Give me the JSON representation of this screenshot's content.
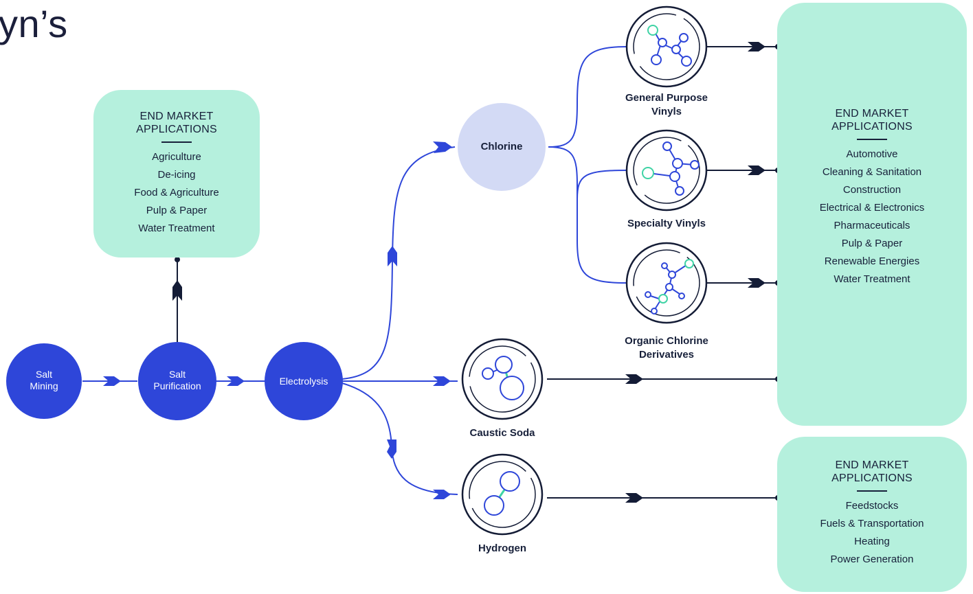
{
  "heading": "yn’s",
  "process_steps": [
    {
      "id": "salt-mining",
      "label": "Salt\nMining"
    },
    {
      "id": "salt-purification",
      "label": "Salt\nPurification"
    },
    {
      "id": "electrolysis",
      "label": "Electrolysis"
    }
  ],
  "chlorine": {
    "label": "Chlorine"
  },
  "products": [
    {
      "id": "general-purpose-vinyls",
      "label": "General Purpose\nVinyls"
    },
    {
      "id": "specialty-vinyls",
      "label": "Specialty Vinyls"
    },
    {
      "id": "organic-chlorine-derivatives",
      "label": "Organic Chlorine\nDerivatives"
    },
    {
      "id": "caustic-soda",
      "label": "Caustic Soda"
    },
    {
      "id": "hydrogen",
      "label": "Hydrogen"
    }
  ],
  "panels": {
    "salt": {
      "title": "END MARKET\nAPPLICATIONS",
      "items": [
        "Agriculture",
        "De-icing",
        "Food & Agriculture",
        "Pulp & Paper",
        "Water Treatment"
      ]
    },
    "chlorine_caustic": {
      "title": "END MARKET\nAPPLICATIONS",
      "items": [
        "Automotive",
        "Cleaning & Sanitation",
        "Construction",
        "Electrical & Electronics",
        "Pharmaceuticals",
        "Pulp & Paper",
        "Renewable Energies",
        "Water Treatment"
      ]
    },
    "hydrogen": {
      "title": "END MARKET\nAPPLICATIONS",
      "items": [
        "Feedstocks",
        "Fuels & Transportation",
        "Heating",
        "Power Generation"
      ]
    }
  },
  "colors": {
    "process_blue": "#2e46d9",
    "chlorine_lilac": "#d3daf5",
    "panel_mint": "#b5f0dd",
    "molecule_green": "#3fd3a5",
    "dark_navy": "#141c36"
  }
}
